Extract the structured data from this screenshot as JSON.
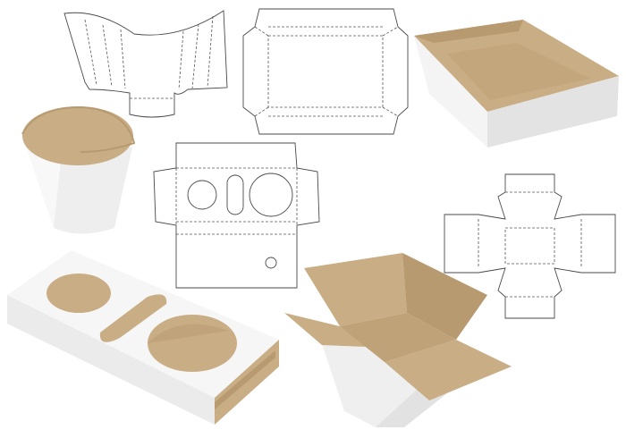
{
  "colors": {
    "kraft": "#c8ad85",
    "kraft_dark": "#b89a70",
    "white_face": "#f4f4f4",
    "grey_face": "#e3e3e3",
    "outline": "#4a4a4a"
  },
  "items": [
    {
      "name": "fry-cup-dieline"
    },
    {
      "name": "tray-dieline"
    },
    {
      "name": "tray-3d"
    },
    {
      "name": "fry-cup-3d"
    },
    {
      "name": "cup-holder-dieline"
    },
    {
      "name": "cross-box-dieline"
    },
    {
      "name": "cup-holder-3d"
    },
    {
      "name": "open-box-3d"
    }
  ]
}
